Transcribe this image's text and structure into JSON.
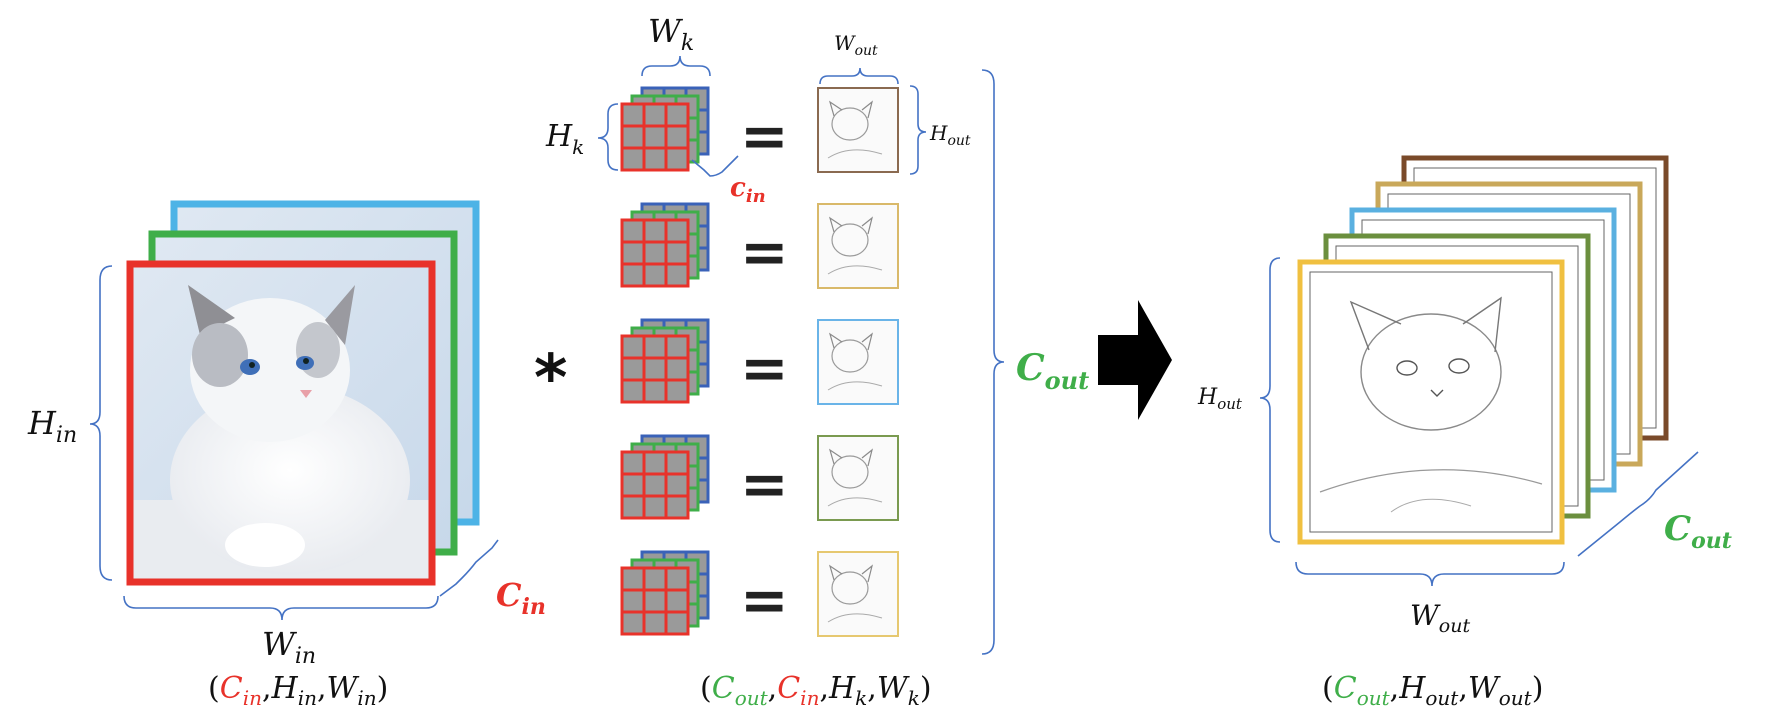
{
  "colors": {
    "red": "#e8322a",
    "green": "#3fae49",
    "blue": "#4db3e6",
    "kernel_blue": "#3a62b8",
    "brace": "#4472c4",
    "gray": "#9a9a9a",
    "out_brown": "#7a4a2a",
    "out_tan": "#c9a85a",
    "out_blue": "#5ab0e0",
    "out_green": "#6b8f3e",
    "out_yellow": "#f0c040"
  },
  "input": {
    "h_label": {
      "base": "H",
      "sub": "in"
    },
    "w_label": {
      "base": "W",
      "sub": "in"
    },
    "c_label": {
      "base": "C",
      "sub": "in"
    },
    "shape_caption": {
      "open": "(",
      "c": "C",
      "c_sub": "in",
      "h": "H",
      "h_sub": "in",
      "w": "W",
      "w_sub": "in",
      "close": ")",
      "sep": ","
    }
  },
  "operator_star": "*",
  "kernel": {
    "wk_label": {
      "base": "W",
      "sub": "k"
    },
    "hk_label": {
      "base": "H",
      "sub": "k"
    },
    "cin_label": {
      "base": "c",
      "sub": "in"
    },
    "equals": "=",
    "wout_label": {
      "base": "W",
      "sub": "out"
    },
    "hout_label": {
      "base": "H",
      "sub": "out"
    },
    "cout_label": {
      "base": "C",
      "sub": "out"
    },
    "out_frame_colors": [
      "#8a6a50",
      "#d9b96a",
      "#6ab4e8",
      "#7a9a50",
      "#e6c870"
    ],
    "shape_caption": {
      "open": "(",
      "cout": "C",
      "cout_sub": "out",
      "cin": "C",
      "cin_sub": "in",
      "hk": "H",
      "hk_sub": "k",
      "wk": "W",
      "wk_sub": "k",
      "close": ")",
      "sep": ","
    }
  },
  "output": {
    "hout_label": {
      "base": "H",
      "sub": "out"
    },
    "wout_label": {
      "base": "W",
      "sub": "out"
    },
    "cout_label": {
      "base": "C",
      "sub": "out"
    },
    "shape_caption": {
      "open": "(",
      "cout": "C",
      "cout_sub": "out",
      "hout": "H",
      "hout_sub": "out",
      "wout": "W",
      "wout_sub": "out",
      "close": ")",
      "sep": ","
    }
  }
}
